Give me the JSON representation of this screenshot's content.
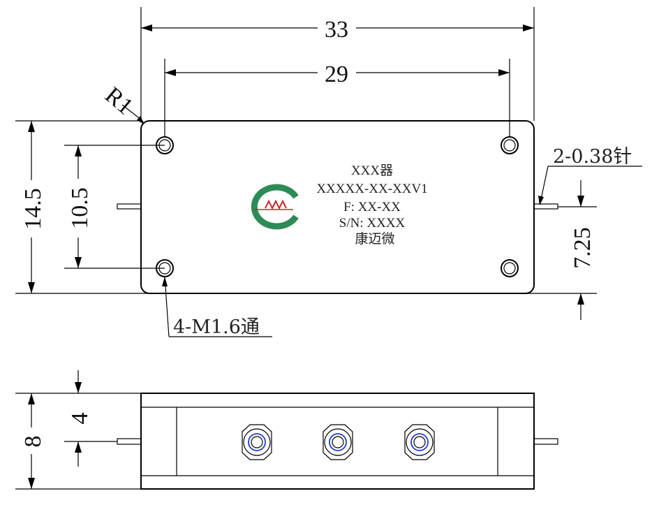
{
  "dimensions": {
    "overall_length": "33",
    "hole_spacing_length": "29",
    "corner_radius": "R1",
    "overall_width": "14.5",
    "hole_spacing_width": "10.5",
    "pin_offset": "7.25",
    "height": "8",
    "connector_height": "4"
  },
  "callouts": {
    "pins": "2-0.38针",
    "mount_holes": "4-M1.6通"
  },
  "marking": {
    "line1": "XXX器",
    "line2": "XXXXX-XX-XXV1",
    "line3": "F: XX-XX",
    "line4": "S/N: XXXX",
    "line5": "康迈微"
  },
  "logo": {
    "icon": "cmw-logo-icon",
    "text": "MW",
    "ring_color": "#2e8b57",
    "text_color": "#c62828"
  },
  "connector_ring_color": "#1f3fd6"
}
